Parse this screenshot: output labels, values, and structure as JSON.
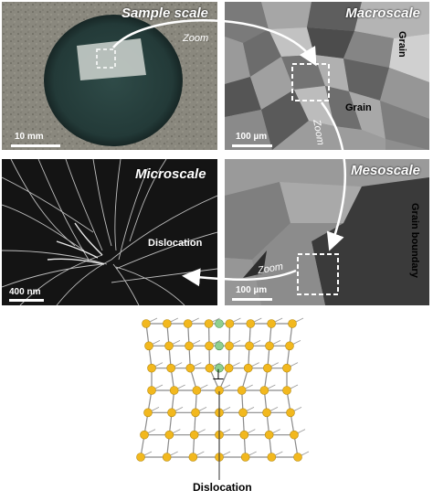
{
  "panels": {
    "sample": {
      "title": "Sample scale",
      "scale": "10 mm"
    },
    "macro": {
      "title": "Macroscale",
      "scale": "100 µm",
      "labels": [
        "Grain",
        "Grain"
      ]
    },
    "micro": {
      "title": "Microscale",
      "scale": "400 nm",
      "label": "Dislocation"
    },
    "meso": {
      "title": "Mesoscale",
      "scale": "100 µm",
      "label": "Grain boundary"
    }
  },
  "arrows": {
    "zoom1": "Zoom",
    "zoom2": "Zoom",
    "zoom3": "Zoom"
  },
  "lattice": {
    "caption": "Dislocation",
    "dislocation_symbol": "⊥"
  },
  "colors": {
    "atom": "#f2b81e",
    "extra_plane_atom": "#8fcf8f"
  }
}
